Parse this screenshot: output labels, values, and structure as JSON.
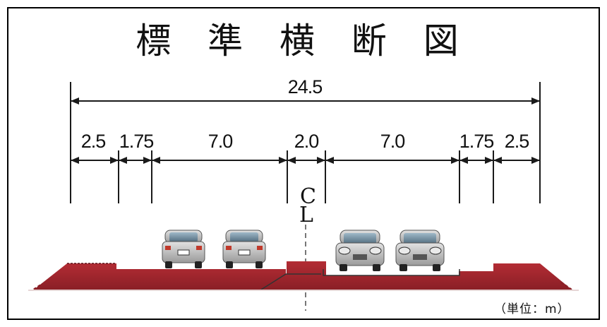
{
  "title": "標 準 横 断 図",
  "unit_note": "（単位：m）",
  "centerline": {
    "top": "C",
    "bottom": "L"
  },
  "total_width": {
    "label": "24.5",
    "value": 24.5
  },
  "segments": [
    {
      "label": "2.5",
      "value": 2.5
    },
    {
      "label": "1.75",
      "value": 1.75
    },
    {
      "label": "7.0",
      "value": 7.0
    },
    {
      "label": "2.0",
      "value": 2.0
    },
    {
      "label": "7.0",
      "value": 7.0
    },
    {
      "label": "1.75",
      "value": 1.75
    },
    {
      "label": "2.5",
      "value": 2.5
    }
  ],
  "colors": {
    "road": "#a3262e",
    "road_shadow": "#d9c4c4",
    "line": "#1a1a1a",
    "car_body": "#bdbdbd",
    "car_glass": "#6f8fa3"
  }
}
